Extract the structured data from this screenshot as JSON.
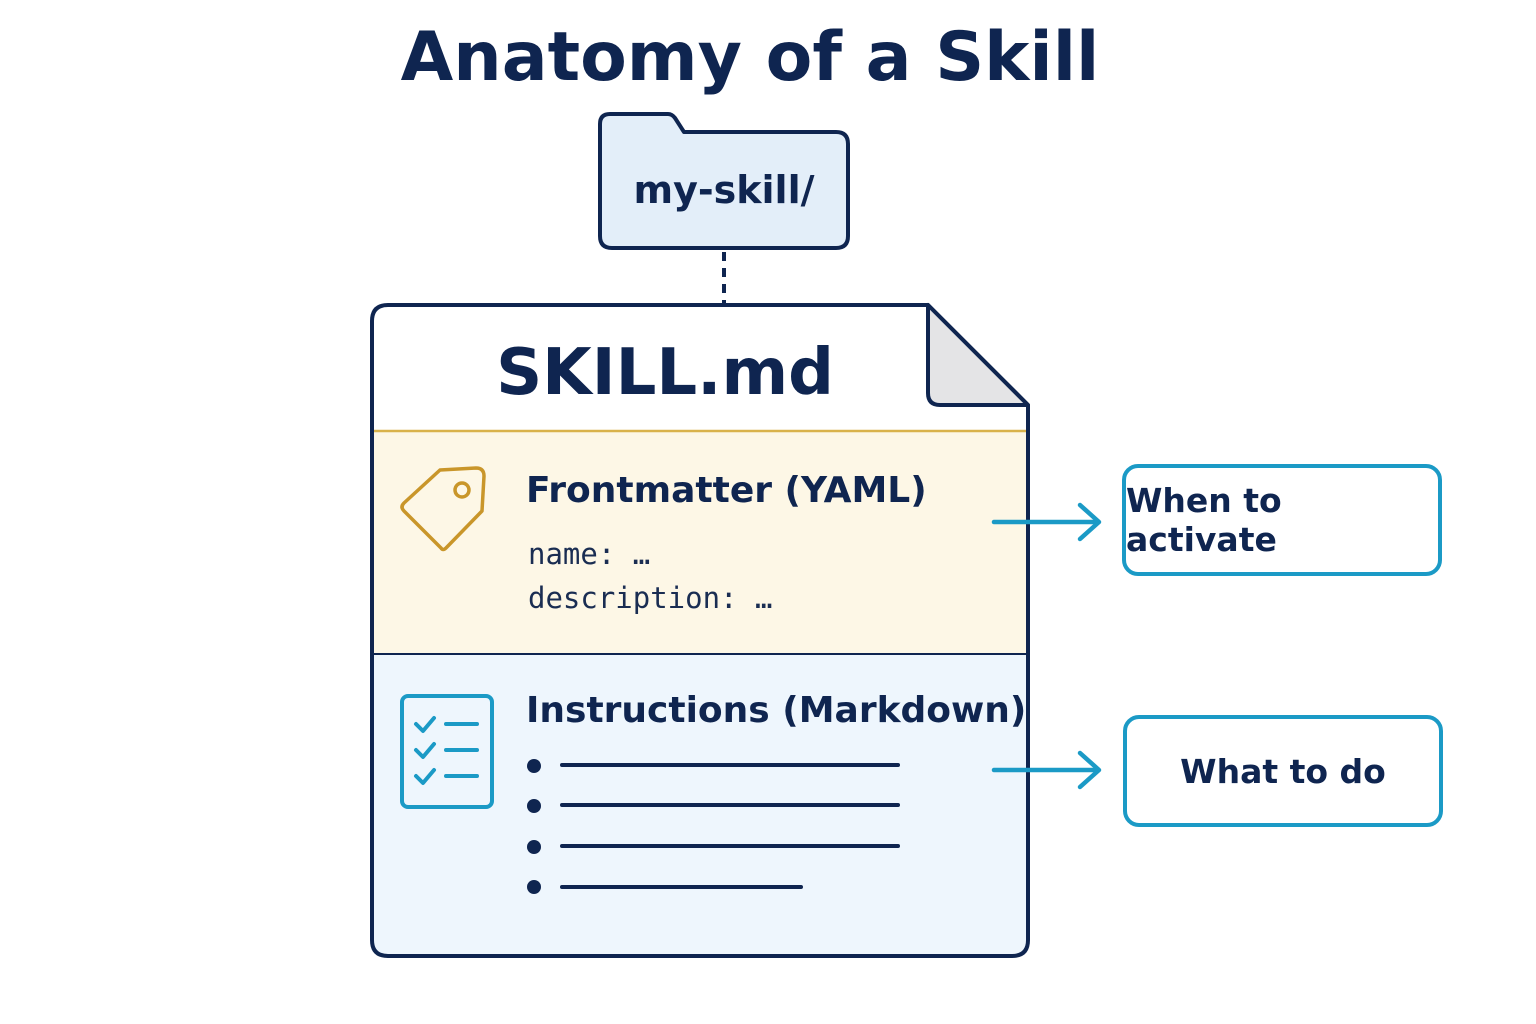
{
  "title": "Anatomy of a Skill",
  "folder": {
    "label": "my-skill/",
    "icon": "folder-icon"
  },
  "file": {
    "label": "SKILL.md",
    "icon": "document-icon"
  },
  "frontmatter": {
    "title": "Frontmatter (YAML)",
    "icon": "tag-icon",
    "lines": [
      "name: …",
      "description: …"
    ],
    "purpose": "When to activate"
  },
  "instructions": {
    "title": "Instructions (Markdown)",
    "icon": "checklist-icon",
    "purpose": "What to do"
  },
  "colors": {
    "navy": "#0f2550",
    "frontmatter_bg": "#fdf7e6",
    "frontmatter_border": "#d9b24a",
    "instructions_bg": "#eef6fd",
    "accent_cyan": "#1b9ac6",
    "tag_gold": "#c9962a",
    "folder_bg": "#e3eef9"
  }
}
